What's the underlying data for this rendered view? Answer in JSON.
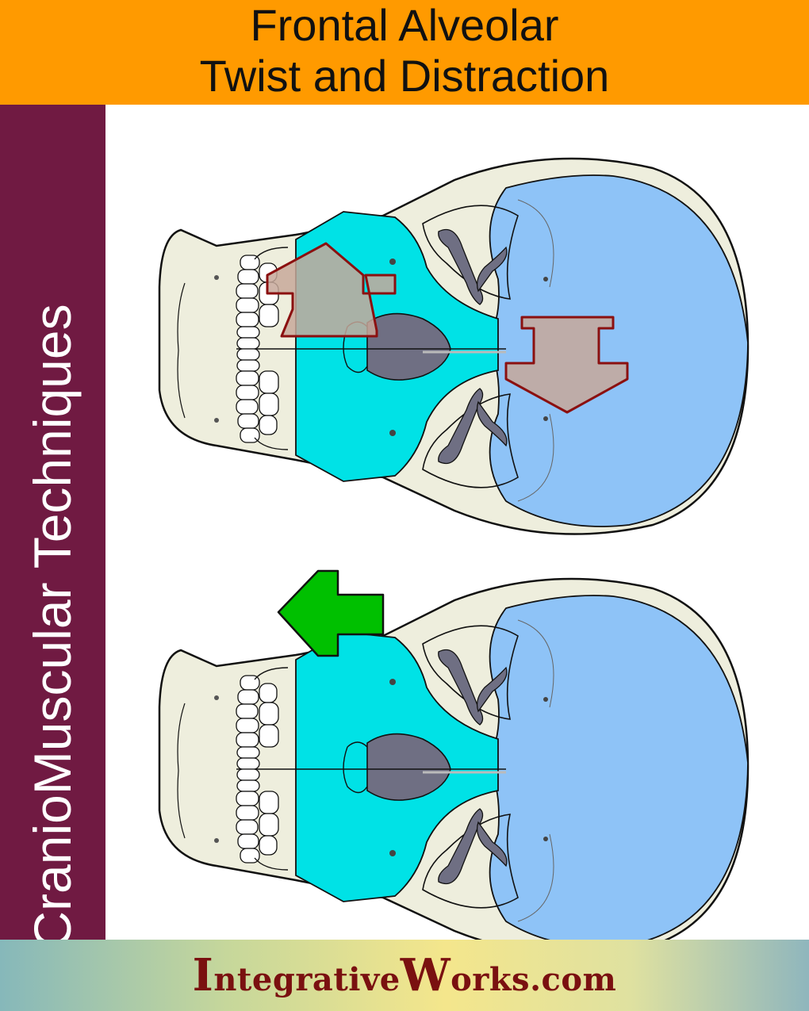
{
  "header": {
    "title_line1": "Frontal Alveolar",
    "title_line2": "Twist and Distraction",
    "background": "#ff9a00"
  },
  "sidebar": {
    "label": "CranioMuscular Techniques",
    "background": "#701a42"
  },
  "footer": {
    "brand_initial1": "I",
    "brand_part1": "ntegrative",
    "brand_initial2": "W",
    "brand_part2": "orks.com",
    "text_color": "#7a1010"
  },
  "diagram": {
    "colors": {
      "bone": "#eeeedd",
      "frontal_bone": "#8ec3f7",
      "maxilla": "#00e2e6",
      "orbit_fissure": "#6f6f83",
      "teeth": "#ffffff",
      "correction_arrow_fill": "#c7a89a",
      "correction_arrow_stroke": "#8b1010",
      "direction_arrow": "#00c000"
    },
    "panels": [
      {
        "name": "top-skull",
        "arrows": [
          "up-arrow",
          "down-arrow"
        ]
      },
      {
        "name": "bottom-skull",
        "arrows": [
          "left-arrow"
        ]
      }
    ]
  }
}
